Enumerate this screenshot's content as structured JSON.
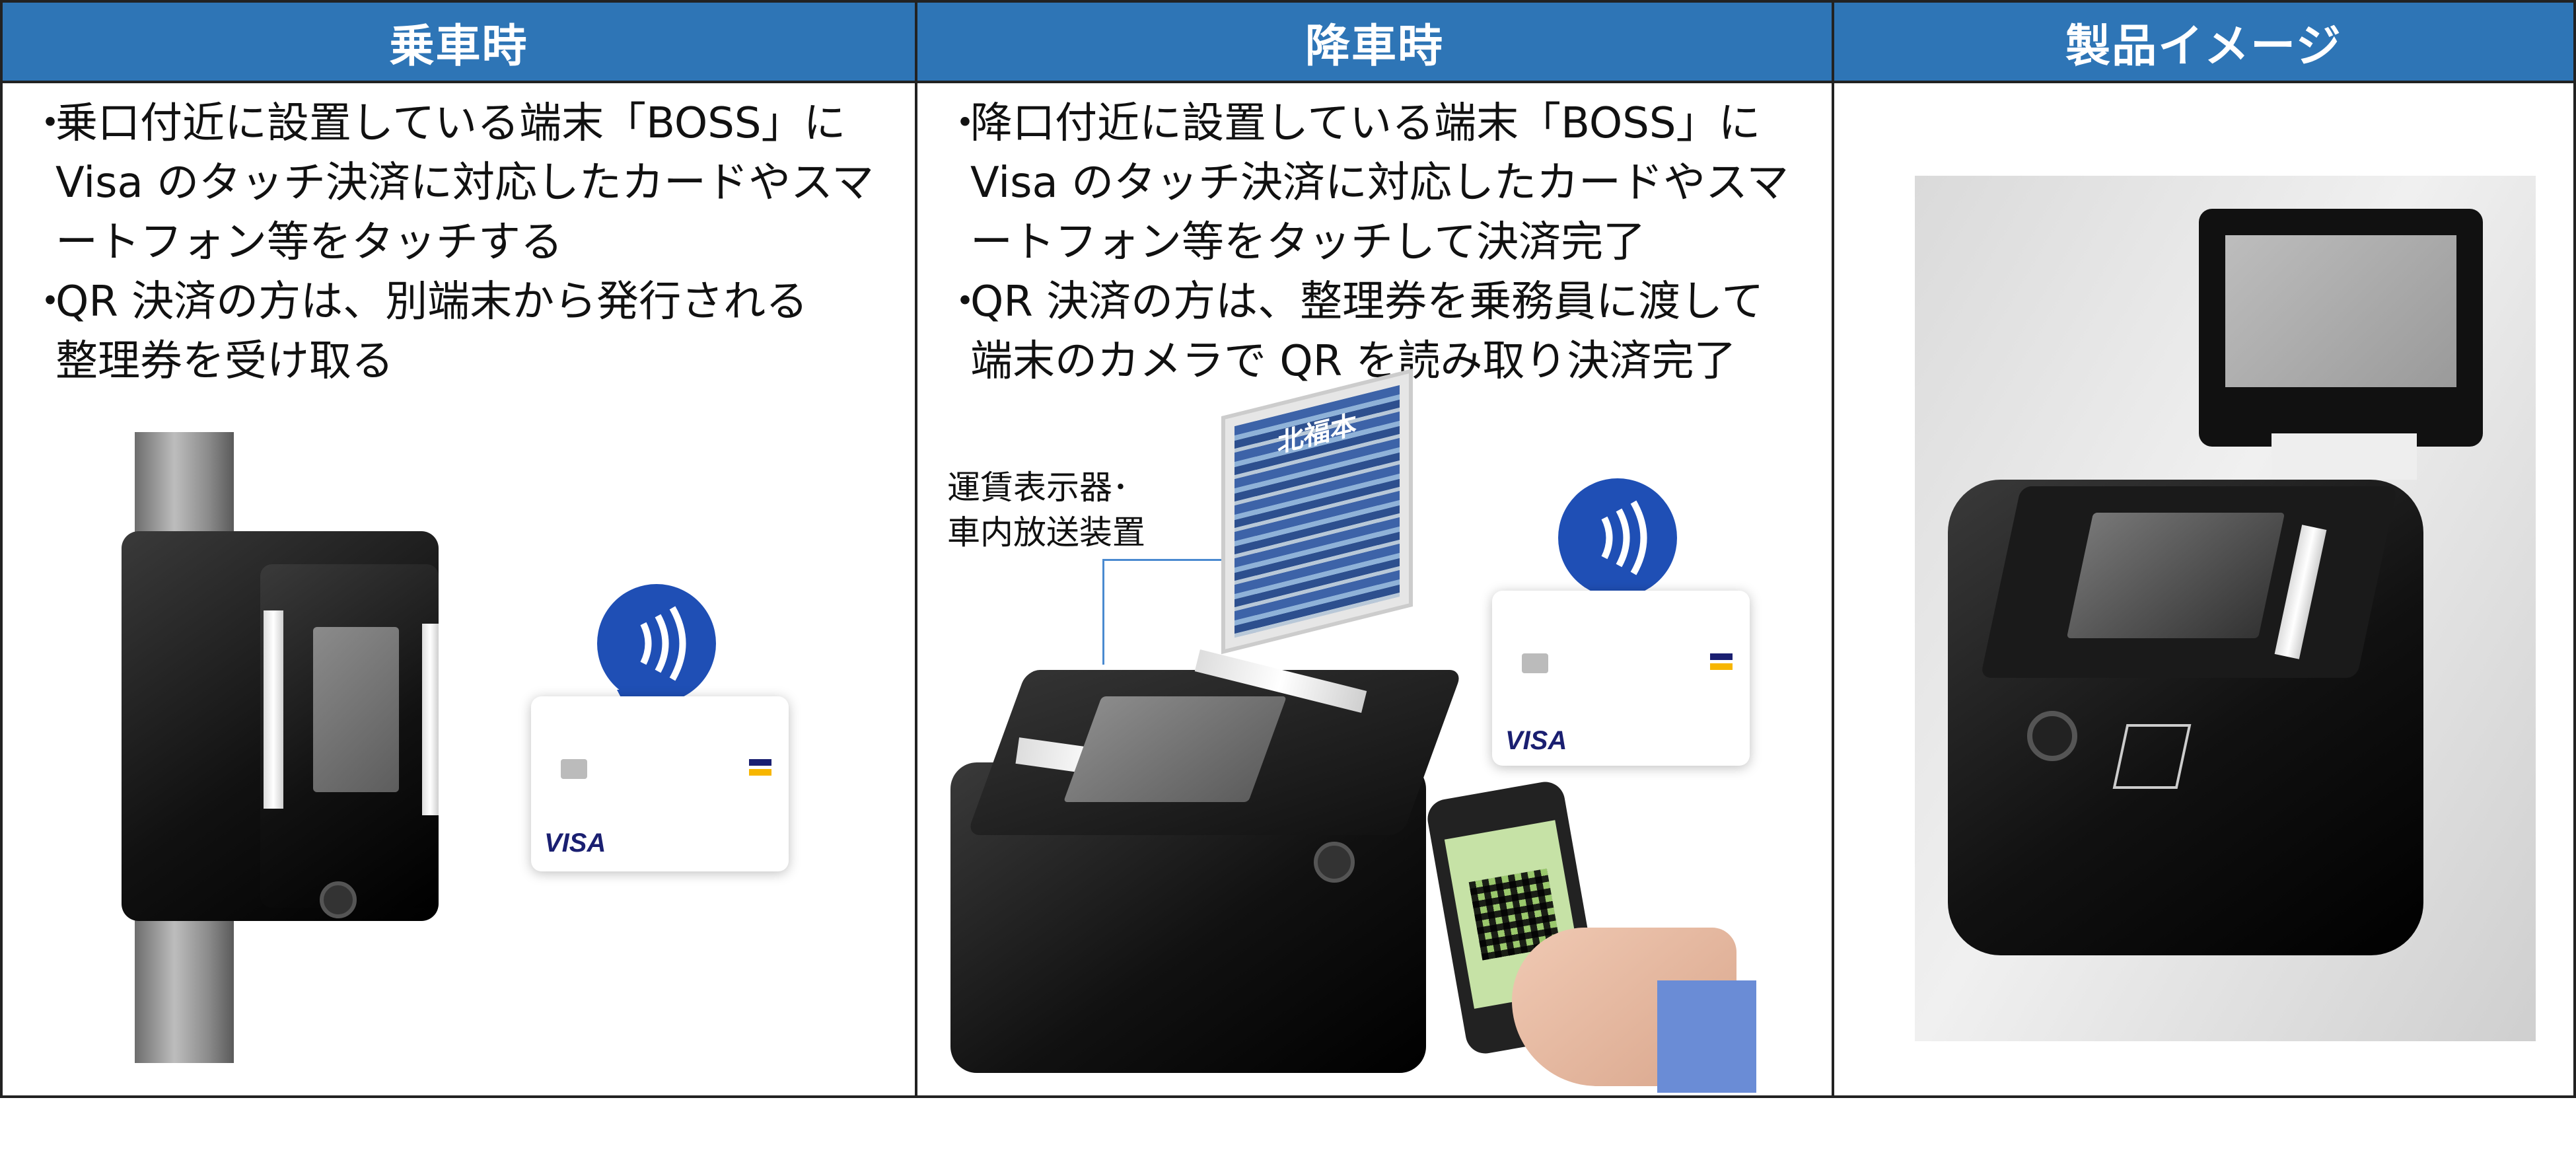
{
  "columns": [
    {
      "header": "乗車時",
      "bullets": [
        {
          "marker": "・",
          "text": "乗口付近に設置している端末「BOSS」に\nVisa のタッチ決済に対応したカードやスマ\nートフォン等をタッチする"
        },
        {
          "marker": "・",
          "text": "QR 決済の方は、別端末から発行される\n整理券を受け取る"
        }
      ],
      "card_brand": "VISA"
    },
    {
      "header": "降車時",
      "bullets": [
        {
          "marker": "・",
          "text": "降口付近に設置している端末「BOSS」に\nVisa のタッチ決済に対応したカードやスマ\n ートフォン等をタッチして決済完了"
        },
        {
          "marker": "・",
          "text": "QR 決済の方は、整理券を乗務員に渡して\n端末のカメラで QR を読み取り決済完了"
        }
      ],
      "display_label": "運賃表示器･\n車内放送装置",
      "display_screen_text": "北福本",
      "card_brand": "VISA"
    },
    {
      "header": "製品イメージ",
      "photo_icon": "qr-device-photo"
    }
  ],
  "colors": {
    "header_bg": "#2e75b6",
    "header_text": "#ffffff",
    "contactless_blue": "#1f4fb5"
  }
}
